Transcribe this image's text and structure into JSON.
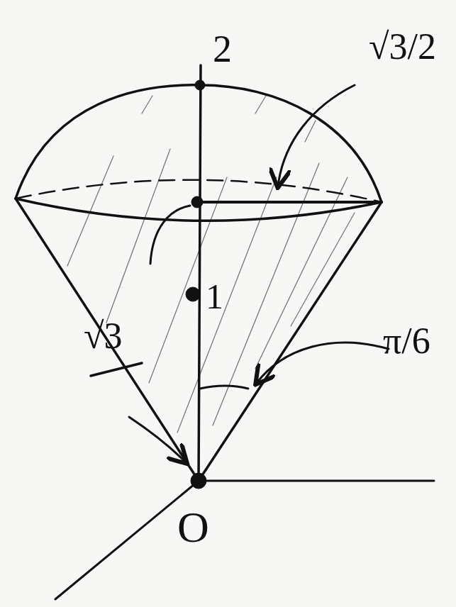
{
  "diagram": {
    "labels": [
      "2",
      "√3/2",
      "1",
      "√3",
      "π/6",
      "O"
    ]
  }
}
